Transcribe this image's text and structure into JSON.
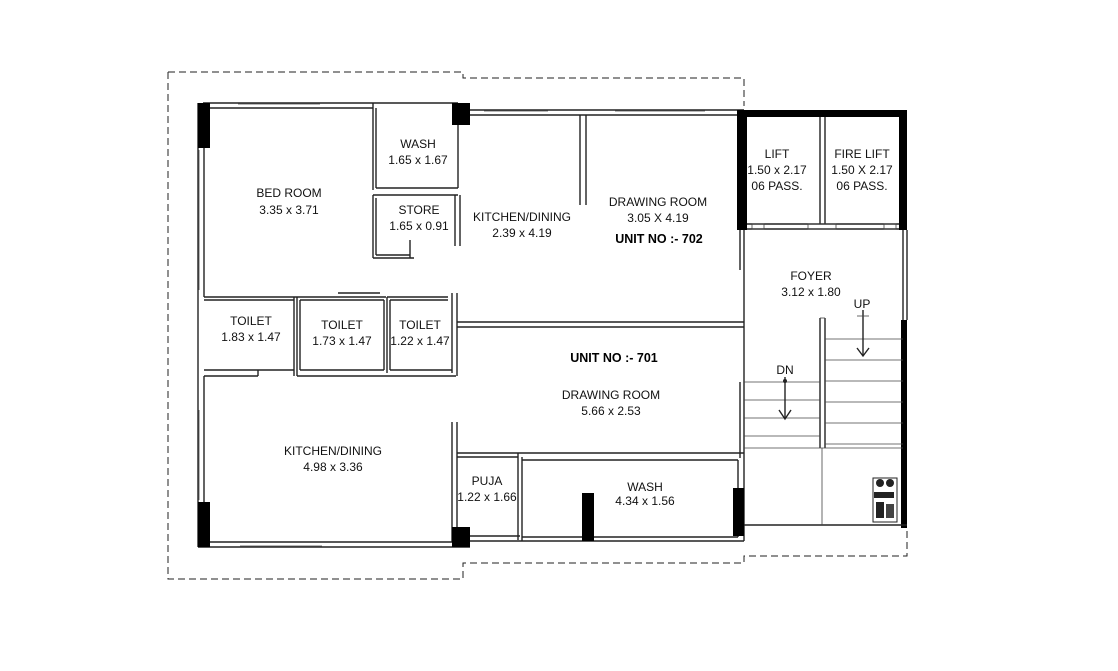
{
  "rooms": {
    "bedroom": {
      "name": "BED ROOM",
      "size": "3.35 x 3.71"
    },
    "wash_top": {
      "name": "WASH",
      "size": "1.65 x 1.67"
    },
    "store": {
      "name": "STORE",
      "size": "1.65 x 0.91"
    },
    "kitchen_702": {
      "name": "KITCHEN/DINING",
      "size": "2.39 x 4.19"
    },
    "drawing_702": {
      "name": "DRAWING ROOM",
      "size": "3.05 X 4.19"
    },
    "lift": {
      "name": "LIFT",
      "size": "1.50 x 2.17",
      "capacity": "06 PASS."
    },
    "fire_lift": {
      "name": "FIRE LIFT",
      "size": "1.50 X 2.17",
      "capacity": "06 PASS."
    },
    "foyer": {
      "name": "FOYER",
      "size": "3.12 x 1.80"
    },
    "toilet_1": {
      "name": "TOILET",
      "size": "1.83 x 1.47"
    },
    "toilet_2": {
      "name": "TOILET",
      "size": "1.73 x 1.47"
    },
    "toilet_3": {
      "name": "TOILET",
      "size": "1.22 x 1.47"
    },
    "drawing_701": {
      "name": "DRAWING ROOM",
      "size": "5.66 x 2.53"
    },
    "kitchen_701": {
      "name": "KITCHEN/DINING",
      "size": "4.98 x 3.36"
    },
    "puja": {
      "name": "PUJA",
      "size": "1.22 x 1.66"
    },
    "wash_bottom": {
      "name": "WASH",
      "size": "4.34 x 1.56"
    }
  },
  "units": {
    "unit_702": "UNIT NO :- 702",
    "unit_701": "UNIT NO :- 701"
  },
  "stairs": {
    "up": "UP",
    "down": "DN"
  }
}
